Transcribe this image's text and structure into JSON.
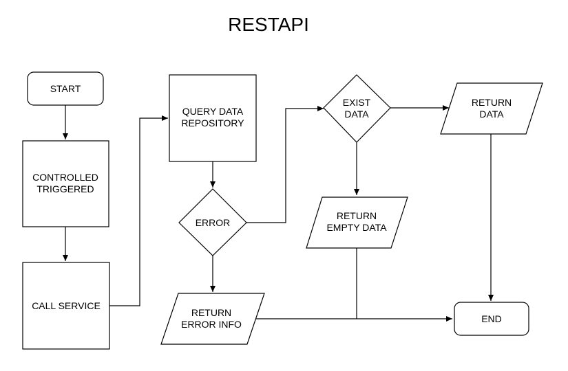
{
  "title": "RESTAPI",
  "nodes": {
    "start": "START",
    "controlled_triggered": [
      "CONTROLLED",
      "TRIGGERED"
    ],
    "call_service": "CALL SERVICE",
    "query_data_repository": [
      "QUERY DATA",
      "REPOSITORY"
    ],
    "error": "ERROR",
    "return_error_info": [
      "RETURN",
      "ERROR INFO"
    ],
    "exist_data": [
      "EXIST",
      "DATA"
    ],
    "return_empty_data": [
      "RETURN",
      "EMPTY DATA"
    ],
    "return_data": [
      "RETURN",
      "DATA"
    ],
    "end": "END"
  }
}
